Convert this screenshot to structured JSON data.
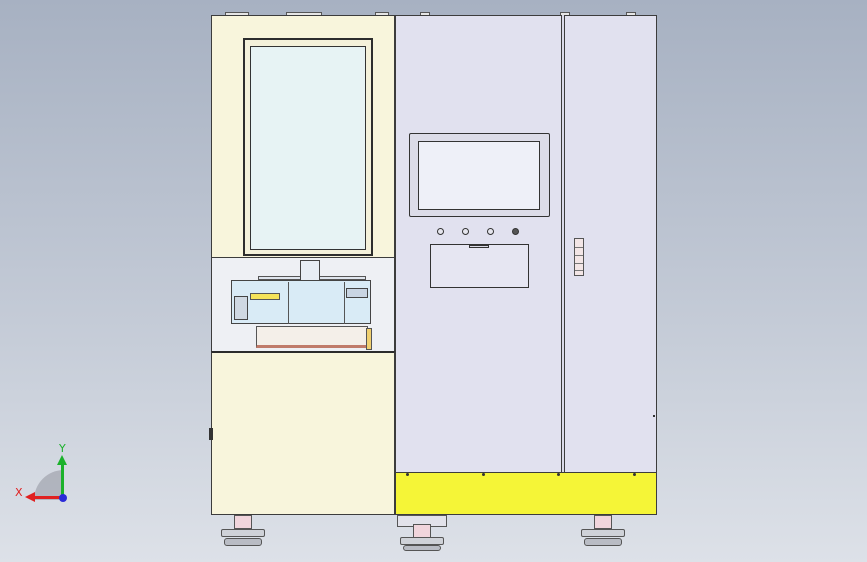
{
  "view": {
    "background_top": "#a7b1c2",
    "background_bottom": "#dde1e8"
  },
  "machine": {
    "left_cabinet": {
      "panel_color": "#f8f5dc",
      "window_glass_color": "#e7f3f4"
    },
    "right_cabinet": {
      "panel_color": "#e1e1ef",
      "base_color": "#f5f537",
      "hmi_buttons": [
        "hmi-button-1",
        "hmi-button-2",
        "hmi-button-3",
        "hmi-button-4"
      ]
    }
  },
  "triad": {
    "x_label": "X",
    "y_label": "Y",
    "x_color": "#e02020",
    "y_color": "#1bb12b",
    "z_color": "#2a2ad8"
  }
}
